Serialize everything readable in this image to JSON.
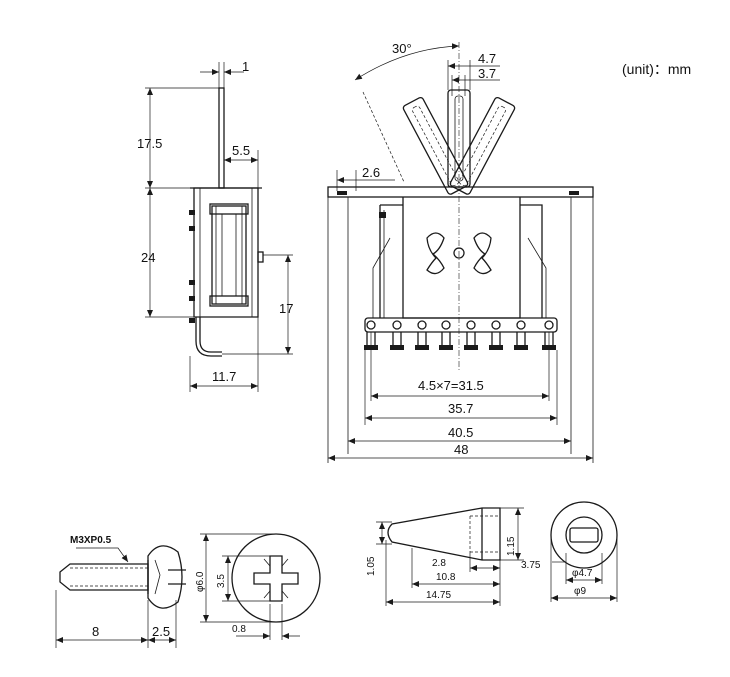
{
  "unit_note": "(unit)：mm",
  "side_view": {
    "dims": {
      "tab_thickness": "1",
      "tab_height": "17.5",
      "body_offset": "5.5",
      "body_height": "24",
      "terminal_height": "17",
      "depth": "11.7"
    }
  },
  "front_view": {
    "dims": {
      "angle": "30°",
      "lever_width": "4.7",
      "lever_slot": "3.7",
      "mount_offset": "2.6",
      "terminal_pitch": "4.5×7=31.5",
      "terminal_span": "35.7",
      "mount_holes": "40.5",
      "plate_width": "48"
    }
  },
  "screw": {
    "thread_label": "M3XP0.5",
    "dims": {
      "length": "8",
      "head_height": "2.5",
      "head_dia": "φ6.0",
      "slot_dia": "3.5",
      "slot_width": "0.8"
    }
  },
  "knob": {
    "dims": {
      "tip_height": "1.05",
      "base_height": "1.15",
      "bore_depth": "2.8",
      "body_length": "10.8",
      "total_length": "14.75",
      "slot_depth": "3.75",
      "bore_dia": "φ4.7",
      "outer_dia": "φ9"
    }
  }
}
